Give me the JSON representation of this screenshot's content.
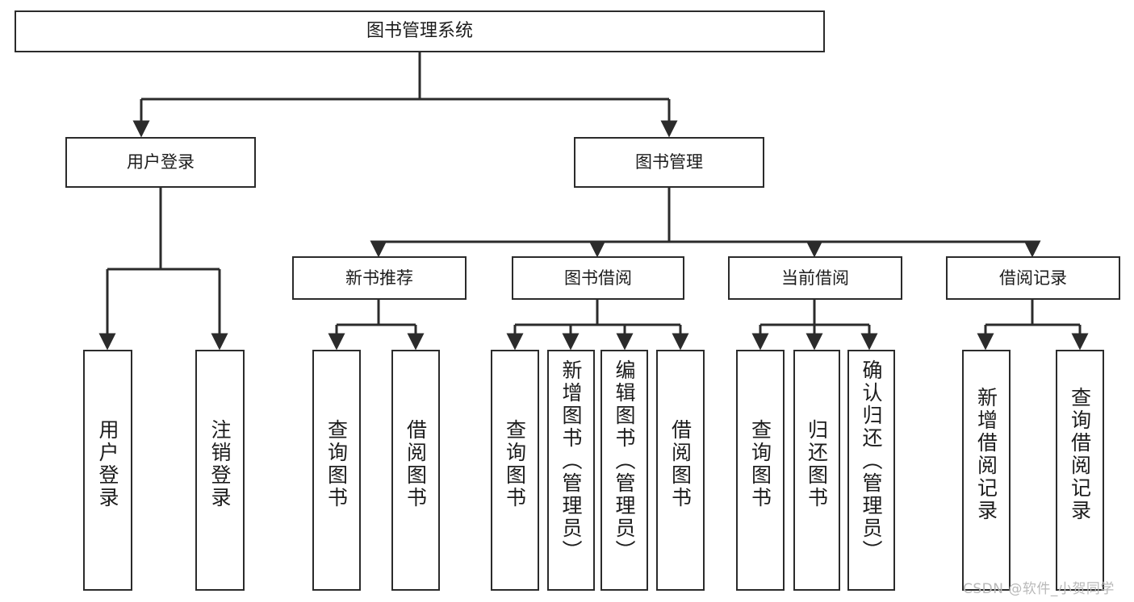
{
  "diagram": {
    "title": "图书管理系统",
    "type": "tree-hierarchy-chart",
    "watermark": "CSDN @软件_小贺同学",
    "colors": {
      "border": "#2b2b2b",
      "connector": "#2b2b2b",
      "background": "#ffffff",
      "text": "#1c1c1c",
      "watermark": "#b9b9b9"
    },
    "nodes": {
      "root": {
        "label": "图书管理系统"
      },
      "level2": [
        {
          "label": "用户登录"
        },
        {
          "label": "图书管理"
        }
      ],
      "level3": [
        {
          "label": "新书推荐"
        },
        {
          "label": "图书借阅"
        },
        {
          "label": "当前借阅"
        },
        {
          "label": "借阅记录"
        }
      ],
      "leaves_user_login": [
        {
          "label": "用户登录"
        },
        {
          "label": "注销登录"
        }
      ],
      "leaves_new_book": [
        {
          "label": "查询图书"
        },
        {
          "label": "借阅图书"
        }
      ],
      "leaves_borrow": [
        {
          "label": "查询图书"
        },
        {
          "label": "新增图书（管理员）"
        },
        {
          "label": "编辑图书（管理员）"
        },
        {
          "label": "借阅图书"
        }
      ],
      "leaves_current": [
        {
          "label": "查询图书"
        },
        {
          "label": "归还图书"
        },
        {
          "label": "确认归还（管理员）"
        }
      ],
      "leaves_records": [
        {
          "label": "新增借阅记录"
        },
        {
          "label": "查询借阅记录"
        }
      ]
    }
  }
}
